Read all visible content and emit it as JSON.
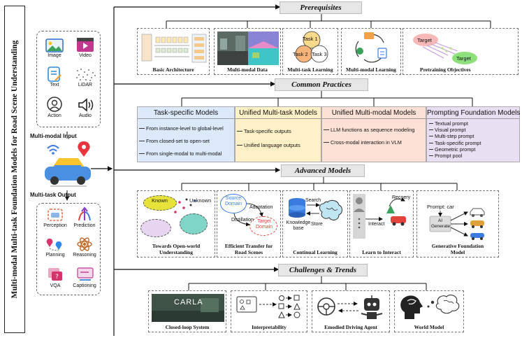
{
  "title": "Multi-modal Multi-task Foundation Models for Road Scene Understanding",
  "inputs": {
    "items": [
      {
        "label": "Image",
        "icon": "image-icon"
      },
      {
        "label": "Video",
        "icon": "video-icon"
      },
      {
        "label": "Text",
        "icon": "text-icon"
      },
      {
        "label": "LiDAR",
        "icon": "lidar-icon"
      },
      {
        "label": "Action",
        "icon": "action-icon"
      },
      {
        "label": "Audio",
        "icon": "audio-icon"
      }
    ],
    "input_label": "Multi-modal Input",
    "output_label": "Multi-task Output"
  },
  "outputs": {
    "items": [
      {
        "label": "Perception",
        "icon": "perception-icon"
      },
      {
        "label": "Prediction",
        "icon": "prediction-icon"
      },
      {
        "label": "Planning",
        "icon": "planning-icon"
      },
      {
        "label": "Reasoning",
        "icon": "reasoning-icon"
      },
      {
        "label": "VQA",
        "icon": "vqa-icon"
      },
      {
        "label": "Captioning",
        "icon": "captioning-icon"
      }
    ]
  },
  "prerequisites": {
    "title": "Prerequisites",
    "cards": [
      {
        "label": "Basic Architecture"
      },
      {
        "label": "Multi-modal Data"
      },
      {
        "label": "Multi-task Learning"
      },
      {
        "label": "Multi-modal Learning"
      },
      {
        "label": "Pretraining Objectives"
      }
    ],
    "tasks": [
      "Task 1",
      "Task 2",
      "Task 3"
    ],
    "targets": [
      "Target",
      "Target"
    ]
  },
  "common_practices": {
    "title": "Common Practices",
    "columns": [
      {
        "header": "Task-specific Models",
        "items": [
          "From instance-level to global-level",
          "From closed-set to open-set",
          "From single-modal to multi-modal"
        ]
      },
      {
        "header": "Unified Multi-task Models",
        "items": [
          "Task-specific outputs",
          "Unified language outputs"
        ]
      },
      {
        "header": "Unified Multi-modal Models",
        "items": [
          "LLM functions as sequence modeling",
          "Cross-modal interaction in VLM"
        ]
      },
      {
        "header": "Prompting Foundation Models",
        "items": [
          "Textual prompt",
          "Visual prompt",
          "Multi-step prompt",
          "Task-specific prompt",
          "Geometric prompt",
          "Prompt pool"
        ]
      }
    ],
    "colors": {
      "col1": "#dbe9fb",
      "col2": "#fff0c7",
      "col3": "#fde0d6",
      "col4": "#e9dff2"
    }
  },
  "advanced_models": {
    "title": "Advanced Models",
    "cards": [
      {
        "label": "Towards Open-world Understanding",
        "known": "Known",
        "unknown": "Unknown"
      },
      {
        "label": "Efficient Transfer for Road Scenes",
        "source": "Source Domain",
        "target": "Target Domain",
        "adaptation": "Adaptation",
        "distillation": "Distillation"
      },
      {
        "label": "Continual Learning",
        "search": "Search",
        "store": "Store",
        "kb": "Knowledge base"
      },
      {
        "label": "Learn to Interact",
        "recovery": "Recoery",
        "interact": "Interact"
      },
      {
        "label": "Generative Foundation Model",
        "prompt": "Prompt: car",
        "ai": "AI Generate"
      }
    ]
  },
  "challenges": {
    "title": "Challenges & Trends",
    "cards": [
      {
        "label": "Closed-loop System",
        "carla": "CARLA"
      },
      {
        "label": "Interpretability"
      },
      {
        "label": "Emodied Driving Agent"
      },
      {
        "label": "World Model"
      }
    ]
  }
}
